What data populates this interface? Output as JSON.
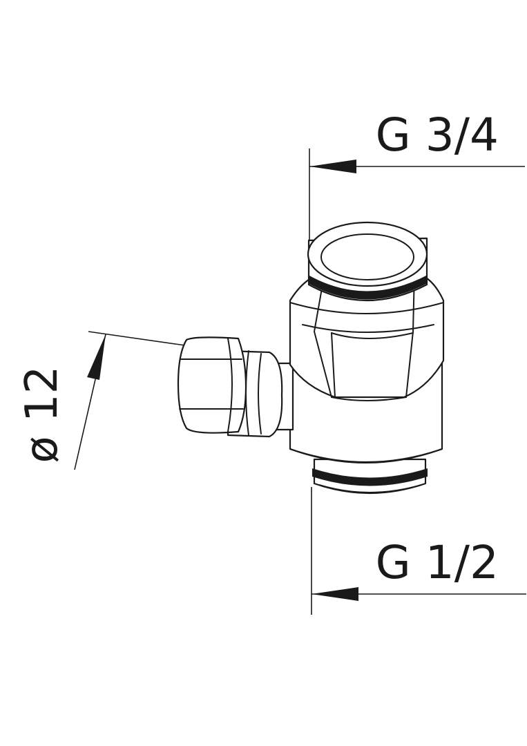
{
  "drawing": {
    "dimensions": {
      "top_thread": "G 3/4",
      "bottom_thread": "G 1/2",
      "pipe_diameter": "ø 12"
    }
  }
}
